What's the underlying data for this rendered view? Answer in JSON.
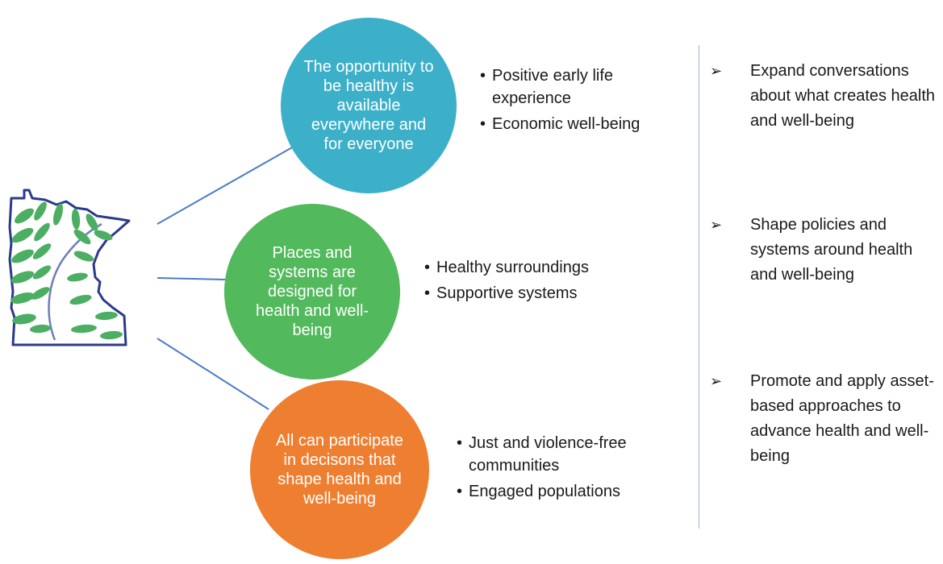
{
  "colors": {
    "circle_top": "#3cb0c9",
    "circle_middle": "#52b95c",
    "circle_bottom": "#ee7f31",
    "connector": "#4d7cc4",
    "divider": "#9db8d6",
    "logo_outline": "#2b3a8c",
    "logo_leaf": "#4cae62"
  },
  "logo": {
    "icon": "minnesota-leaf-logo-icon"
  },
  "circles": [
    {
      "label": "The opportunity to be healthy is available everywhere and for everyone"
    },
    {
      "label": "Places and systems are designed for health and well-being"
    },
    {
      "label": "All can participate in decisons that shape health and well-being"
    }
  ],
  "bullets": [
    {
      "items": [
        "Positive early life experience",
        "Economic well-being"
      ]
    },
    {
      "items": [
        "Healthy surroundings",
        "Supportive systems"
      ]
    },
    {
      "items": [
        "Just and violence-free communities",
        "Engaged populations"
      ]
    }
  ],
  "actions": [
    {
      "icon": "arrow-bullet-icon",
      "text": "Expand conversations about what creates health and well-being"
    },
    {
      "icon": "arrow-bullet-icon",
      "text": "Shape policies and systems around health and well-being"
    },
    {
      "icon": "arrow-bullet-icon",
      "text": "Promote and apply asset-based approaches to advance health and well-being"
    }
  ]
}
